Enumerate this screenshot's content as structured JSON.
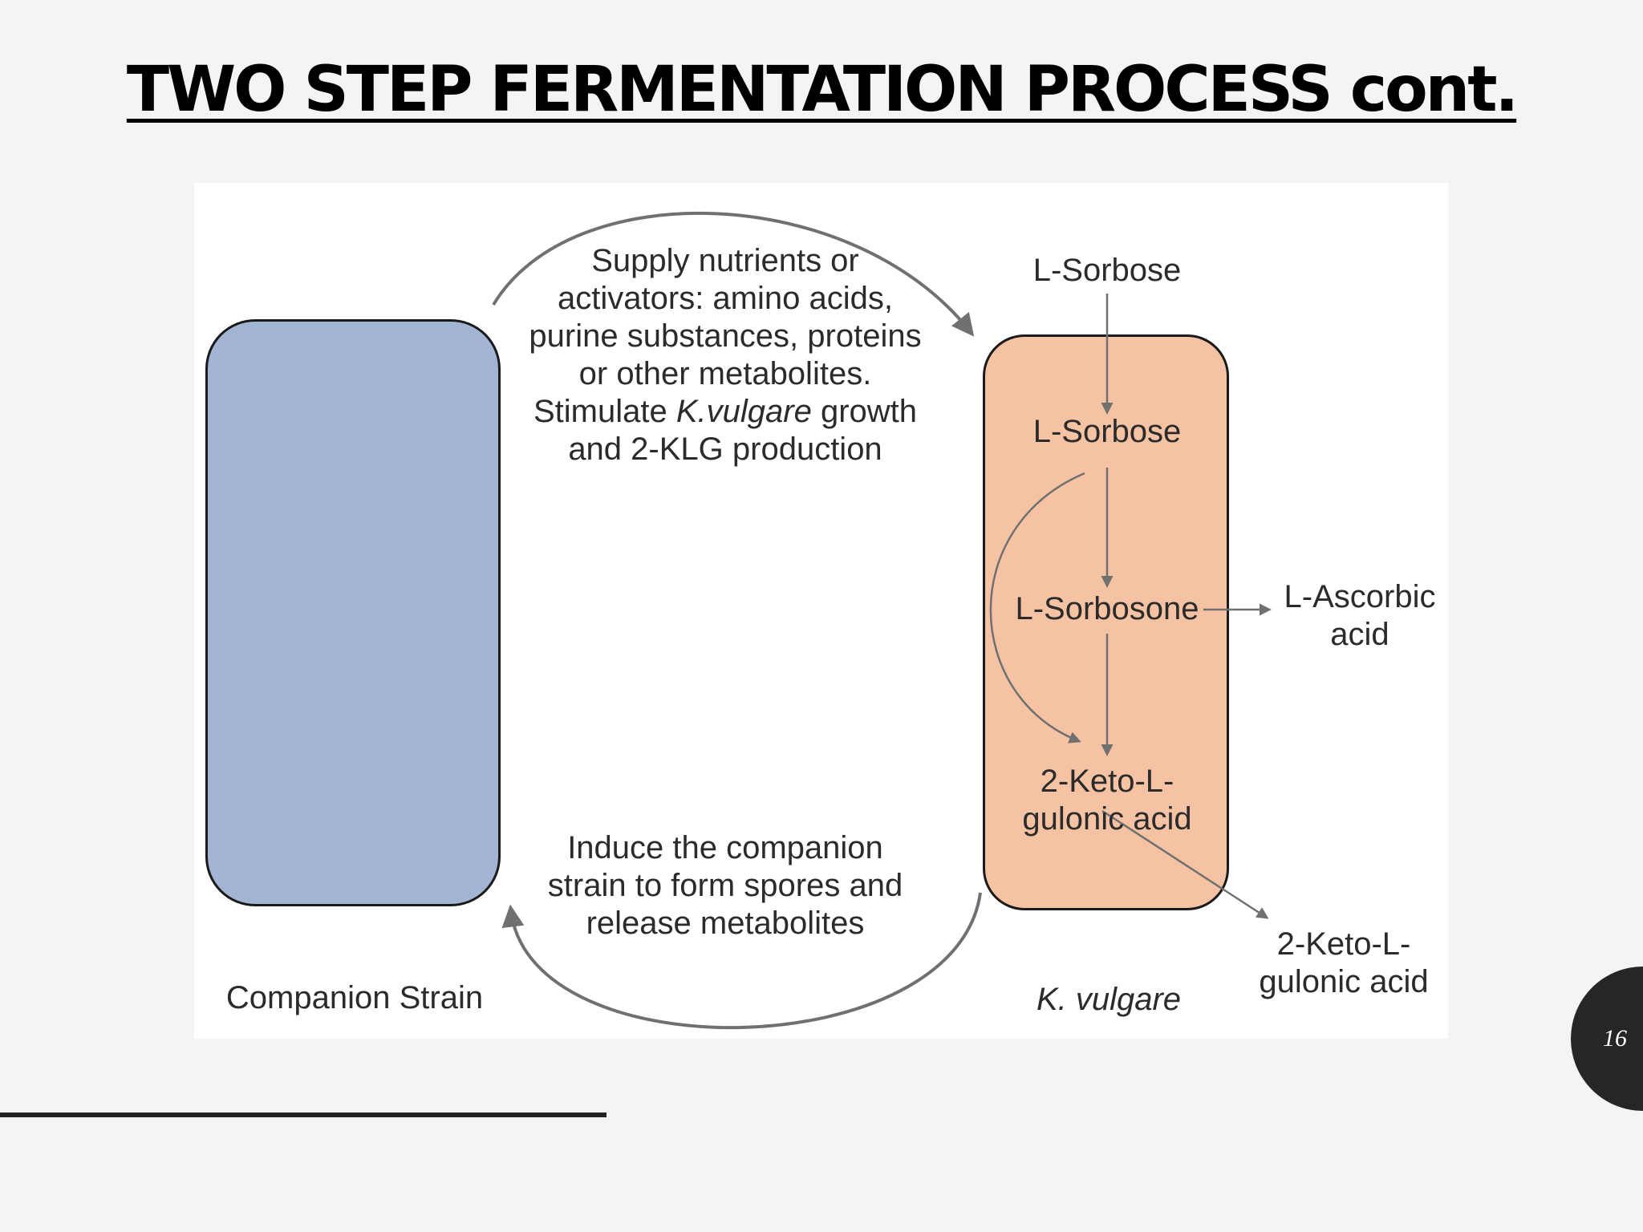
{
  "slide": {
    "title": "TWO STEP FERMENTATION PROCESS cont.",
    "page_number": "16"
  },
  "diagram": {
    "top_note": {
      "line1": "Supply nutrients or",
      "line2": "activators: amino acids,",
      "line3": "purine substances, proteins",
      "line4": "or other metabolites.",
      "line5_a": "Stimulate ",
      "line5_b": "K.vulgare",
      "line5_c": " growth",
      "line6": "and 2-KLG production"
    },
    "bottom_note": {
      "line1": "Induce the companion",
      "line2": "strain to form spores and",
      "line3": "release metabolites"
    },
    "companion_label": "Companion Strain",
    "kvulgare_label": "K. vulgare",
    "nodes": {
      "sorbose_outside": "L-Sorbose",
      "sorbose_inside": "L-Sorbose",
      "sorbosone": "L-Sorbosone",
      "ascorbic_1": "L-Ascorbic",
      "ascorbic_2": "acid",
      "klg_inside_1": "2-Keto-L-",
      "klg_inside_2": "gulonic acid",
      "klg_outside_1": "2-Keto-L-",
      "klg_outside_2": "gulonic acid"
    },
    "colors": {
      "companion_fill": "#a1b4d3",
      "kvulgare_fill": "#f5c3a4",
      "arrow": "#707070"
    }
  }
}
